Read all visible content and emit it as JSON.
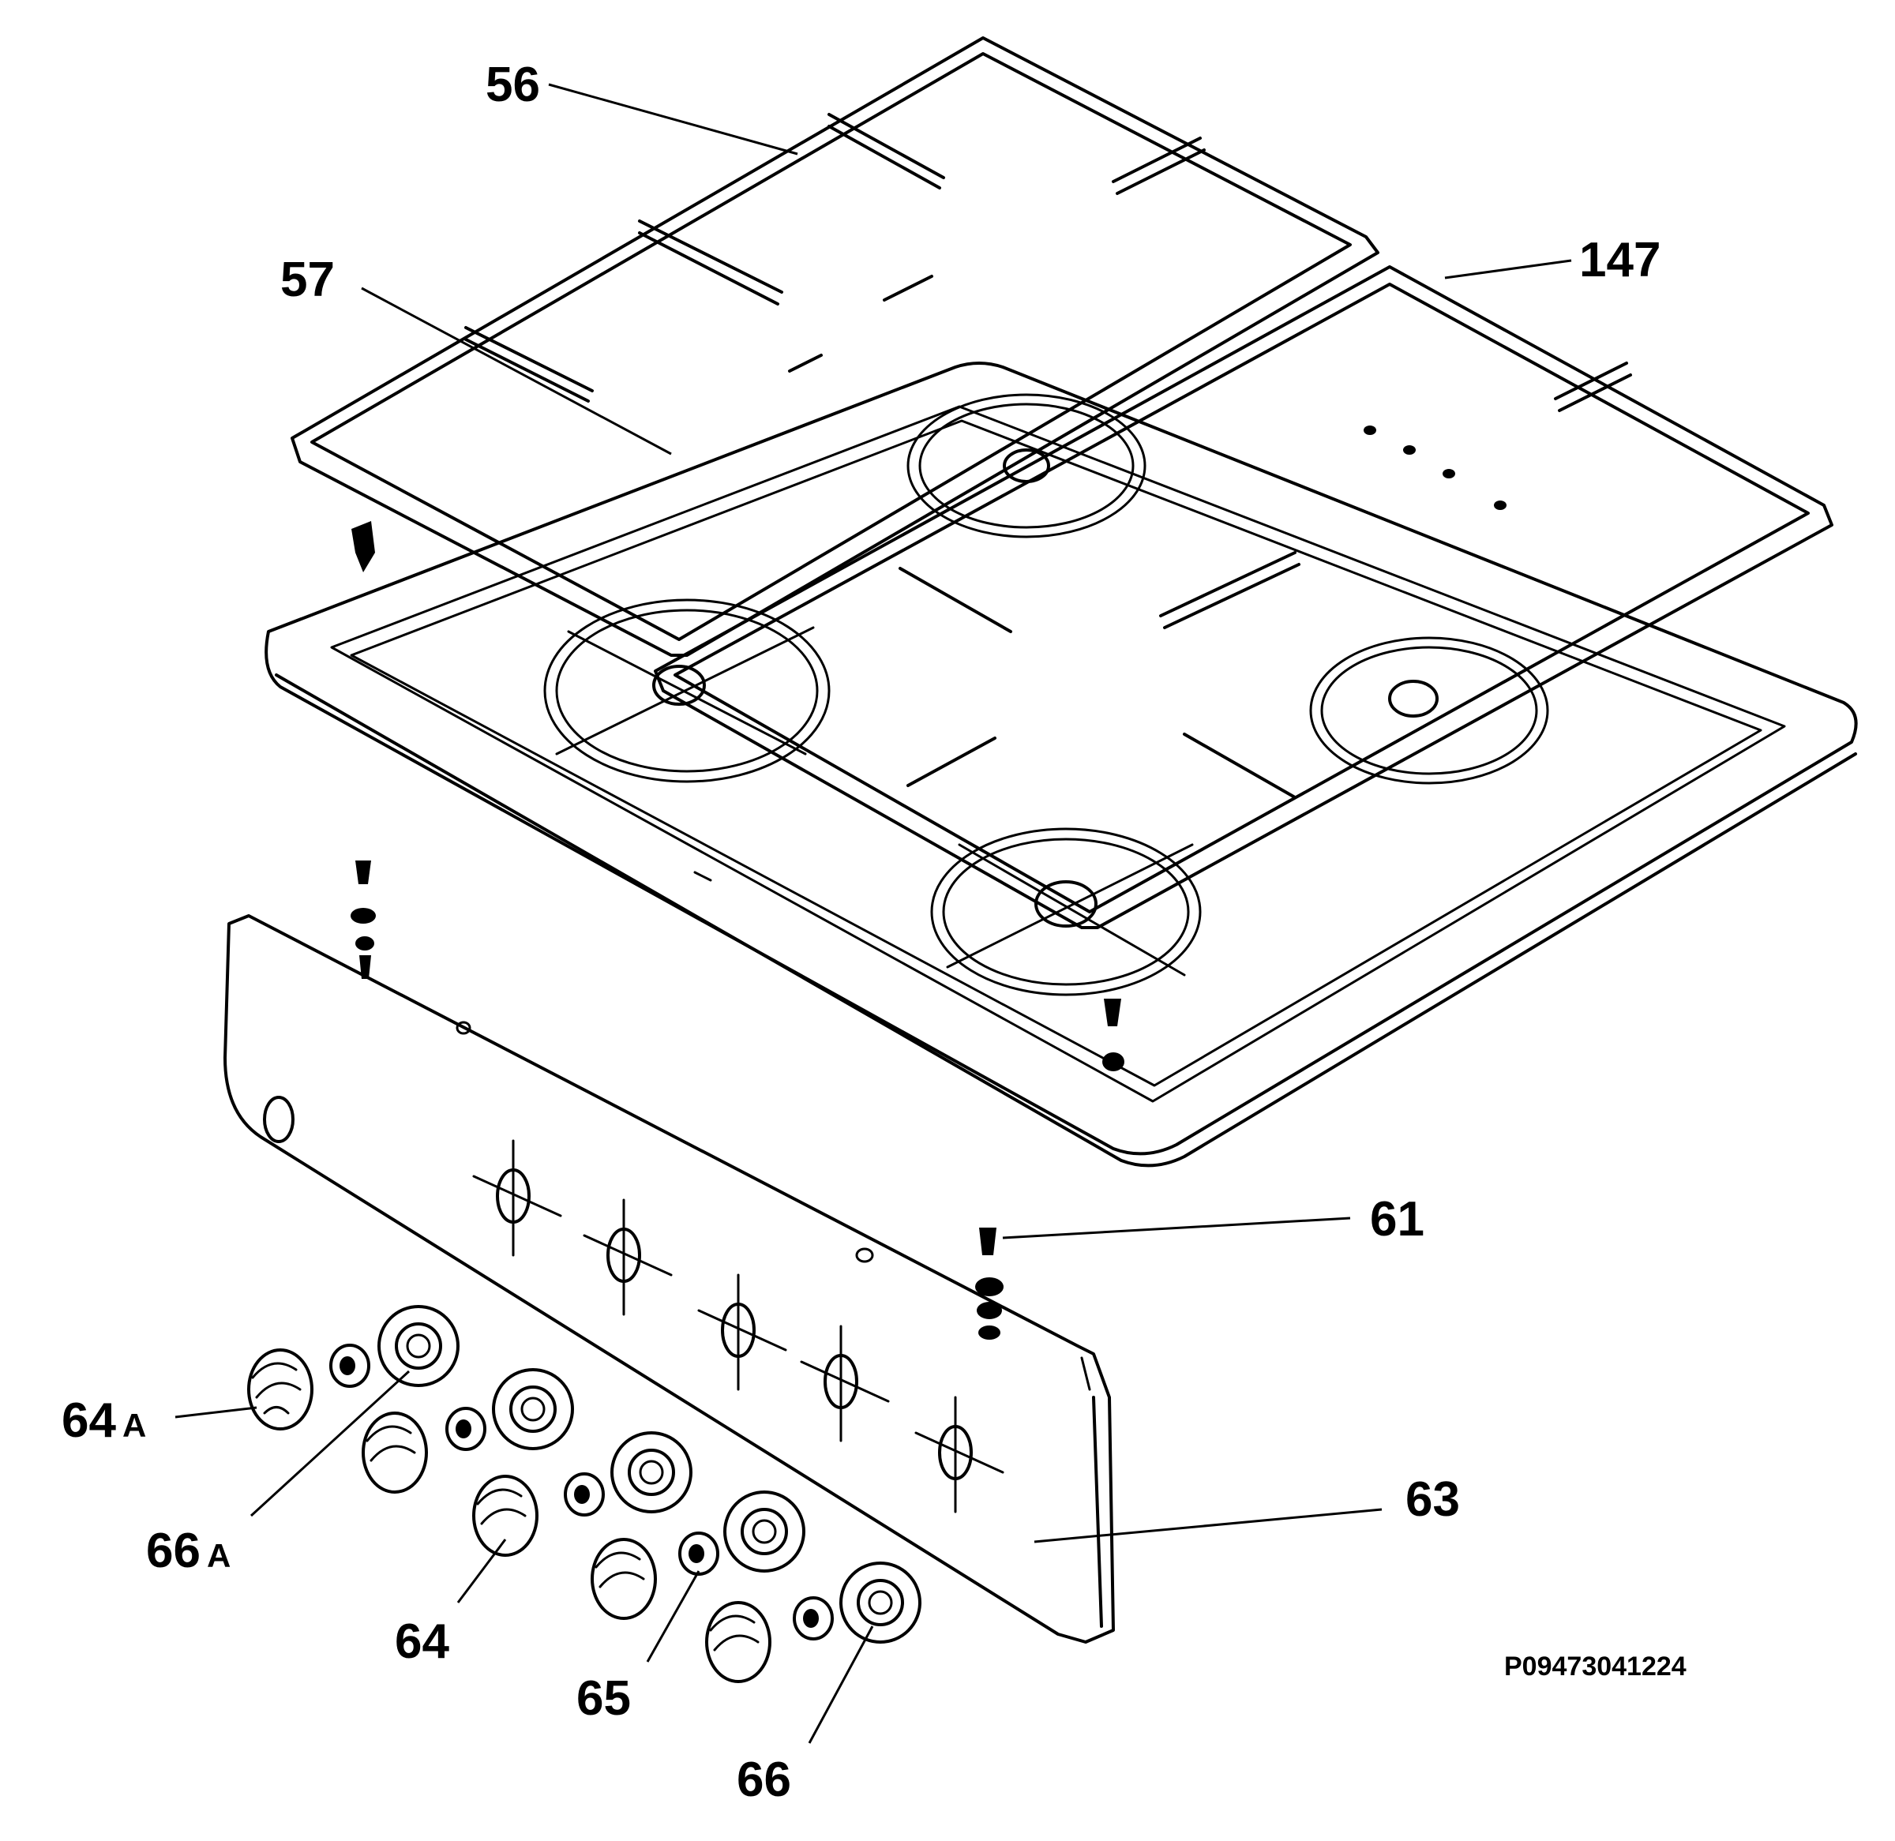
{
  "callouts": {
    "c56": "56",
    "c57": "57",
    "c147": "147",
    "c61": "61",
    "c63": "63",
    "c64a_num": "64",
    "c64a_sub": "A",
    "c66a_num": "66",
    "c66a_sub": "A",
    "c64": "64",
    "c65": "65",
    "c66": "66"
  },
  "reference_code": "P09473041224"
}
